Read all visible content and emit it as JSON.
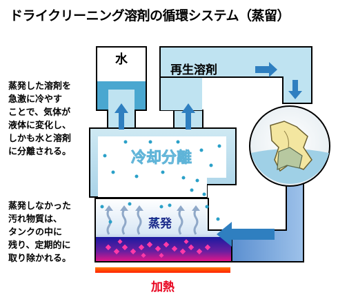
{
  "title": "ドライクリーニング溶剤の循環システム（蒸留）",
  "labels": {
    "water": "水",
    "recycled_solvent": "再生溶剤",
    "cooling_separation": "冷却分離",
    "evaporation": "蒸発",
    "heating": "加熱"
  },
  "notes": {
    "top": "蒸発した溶剤を\n急激に冷やす\nことで、気体が\n液体に変化し、\nしかも水と溶剤\nに分離される。",
    "bottom": "蒸発しなかった\n汚れ物質は、\nタンクの中に\n残り、定期的に\n取り除かれる。"
  },
  "colors": {
    "pipe_fill": "#cfe9f3",
    "liquid": "#4aa7d0",
    "arrow_blue": "#2f7fc0",
    "heat_text": "#e8001c",
    "heat_bar": "#ff3b00",
    "hot_liquid": "#3b1fa0",
    "dirt": "#e0168a"
  },
  "icons": [
    "arrow-up-icon",
    "arrow-right-icon",
    "arrow-down-icon",
    "arrow-left-icon",
    "wavy-vapor-arrow-icon",
    "drum-icon",
    "clothes-icon"
  ]
}
